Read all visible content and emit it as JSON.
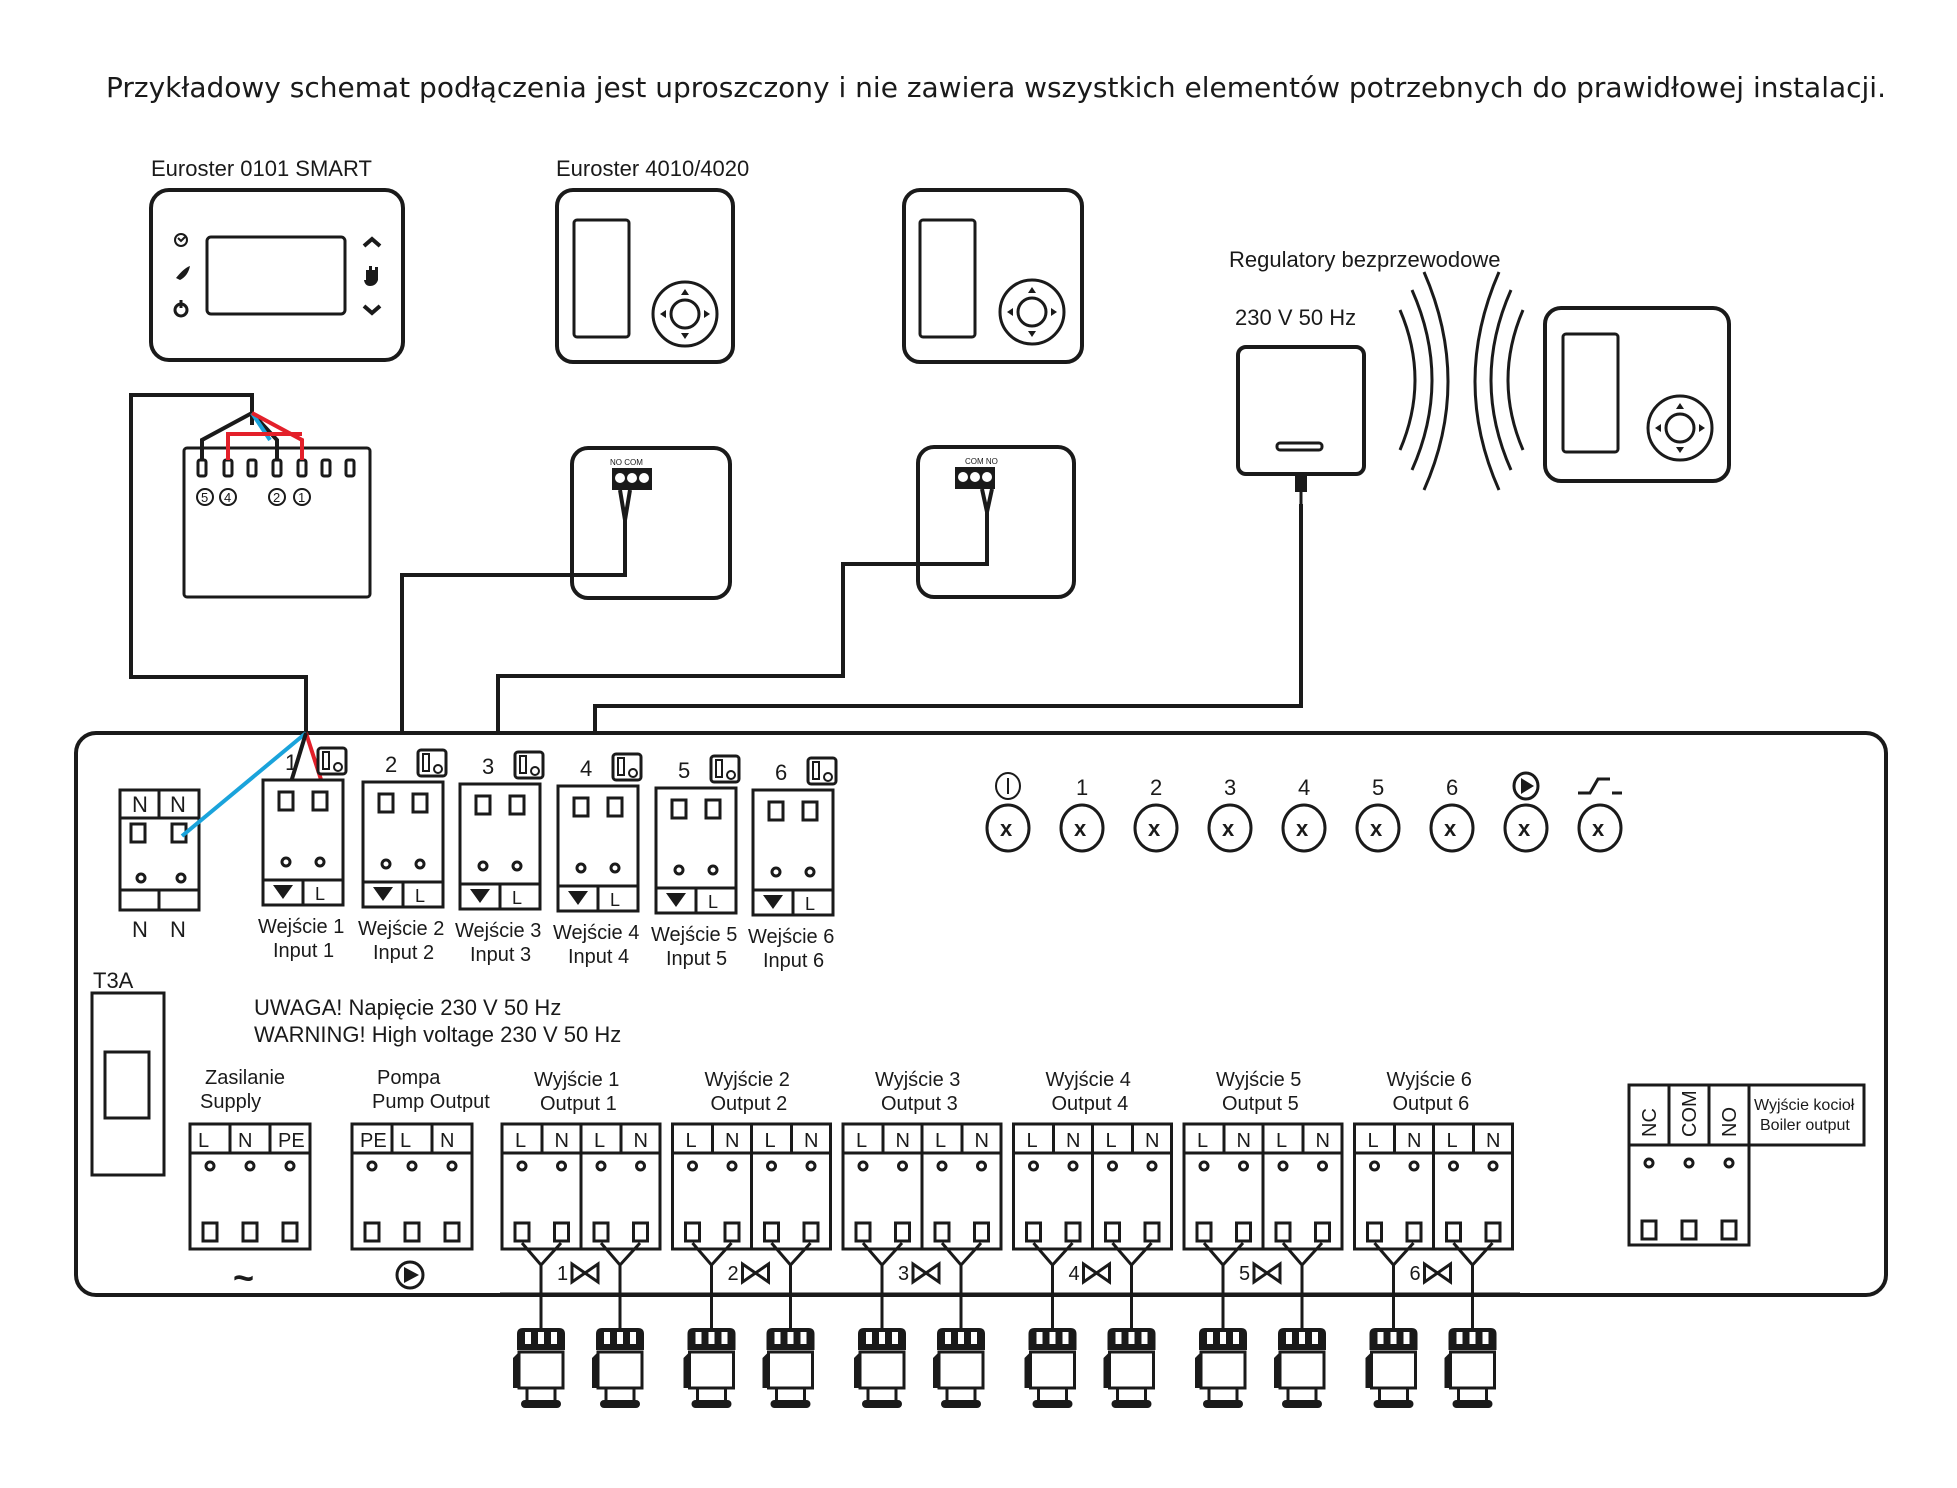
{
  "header": {
    "disclaimer": "Przykładowy schemat podłączenia jest uproszczony i nie zawiera wszystkich elementów potrzebnych do prawidłowej instalacji."
  },
  "devices": {
    "smart_label": "Euroster 0101 SMART",
    "e4010_label": "Euroster 4010/4020",
    "wireless_label": "Regulatory bezprzewodowe",
    "wireless_power": "230 V 50 Hz",
    "smart_terminals": [
      "5",
      "4",
      "2",
      "1"
    ],
    "e4010_terminal_label": "NO COM",
    "e4020_terminal_label": "COM NO"
  },
  "controller": {
    "neutral_labels": [
      "N",
      "N",
      "N",
      "N"
    ],
    "fuse_label": "T3A",
    "warning_pl": "UWAGA! Napięcie 230 V 50 Hz",
    "warning_en": "WARNING! High voltage 230 V 50 Hz",
    "inputs": [
      {
        "num": "1",
        "pl": "Wejście 1",
        "en": "Input 1"
      },
      {
        "num": "2",
        "pl": "Wejście 2",
        "en": "Input 2"
      },
      {
        "num": "3",
        "pl": "Wejście 3",
        "en": "Input 3"
      },
      {
        "num": "4",
        "pl": "Wejście 4",
        "en": "Input 4"
      },
      {
        "num": "5",
        "pl": "Wejście 5",
        "en": "Input 5"
      },
      {
        "num": "6",
        "pl": "Wejście 6",
        "en": "Input 6"
      }
    ],
    "input_terminal_L": "L",
    "indicators": [
      "power",
      "1",
      "2",
      "3",
      "4",
      "5",
      "6",
      "pump",
      "boiler"
    ],
    "indicator_labels": [
      "",
      "1",
      "2",
      "3",
      "4",
      "5",
      "6",
      "",
      ""
    ],
    "indicator_mark": "x",
    "supply": {
      "pl": "Zasilanie",
      "en": "Supply",
      "terminals": [
        "L",
        "N",
        "PE"
      ],
      "symbol": "~"
    },
    "pump": {
      "pl": "Pompa",
      "en": "Pump Output",
      "terminals": [
        "PE",
        "L",
        "N"
      ]
    },
    "outputs": [
      {
        "num": "1",
        "pl": "Wyjście 1",
        "en": "Output 1"
      },
      {
        "num": "2",
        "pl": "Wyjście 2",
        "en": "Output 2"
      },
      {
        "num": "3",
        "pl": "Wyjście 3",
        "en": "Output 3"
      },
      {
        "num": "4",
        "pl": "Wyjście 4",
        "en": "Output 4"
      },
      {
        "num": "5",
        "pl": "Wyjście 5",
        "en": "Output 5"
      },
      {
        "num": "6",
        "pl": "Wyjście 6",
        "en": "Output 6"
      }
    ],
    "output_terminals": [
      "L",
      "N",
      "L",
      "N"
    ],
    "boiler": {
      "pl": "Wyjście kocioł",
      "en": "Boiler output",
      "terminals": [
        "NC",
        "COM",
        "NO"
      ]
    }
  },
  "colors": {
    "line": "#1a1a1a",
    "red_wire": "#e3202a",
    "blue_wire": "#1aa3db"
  }
}
